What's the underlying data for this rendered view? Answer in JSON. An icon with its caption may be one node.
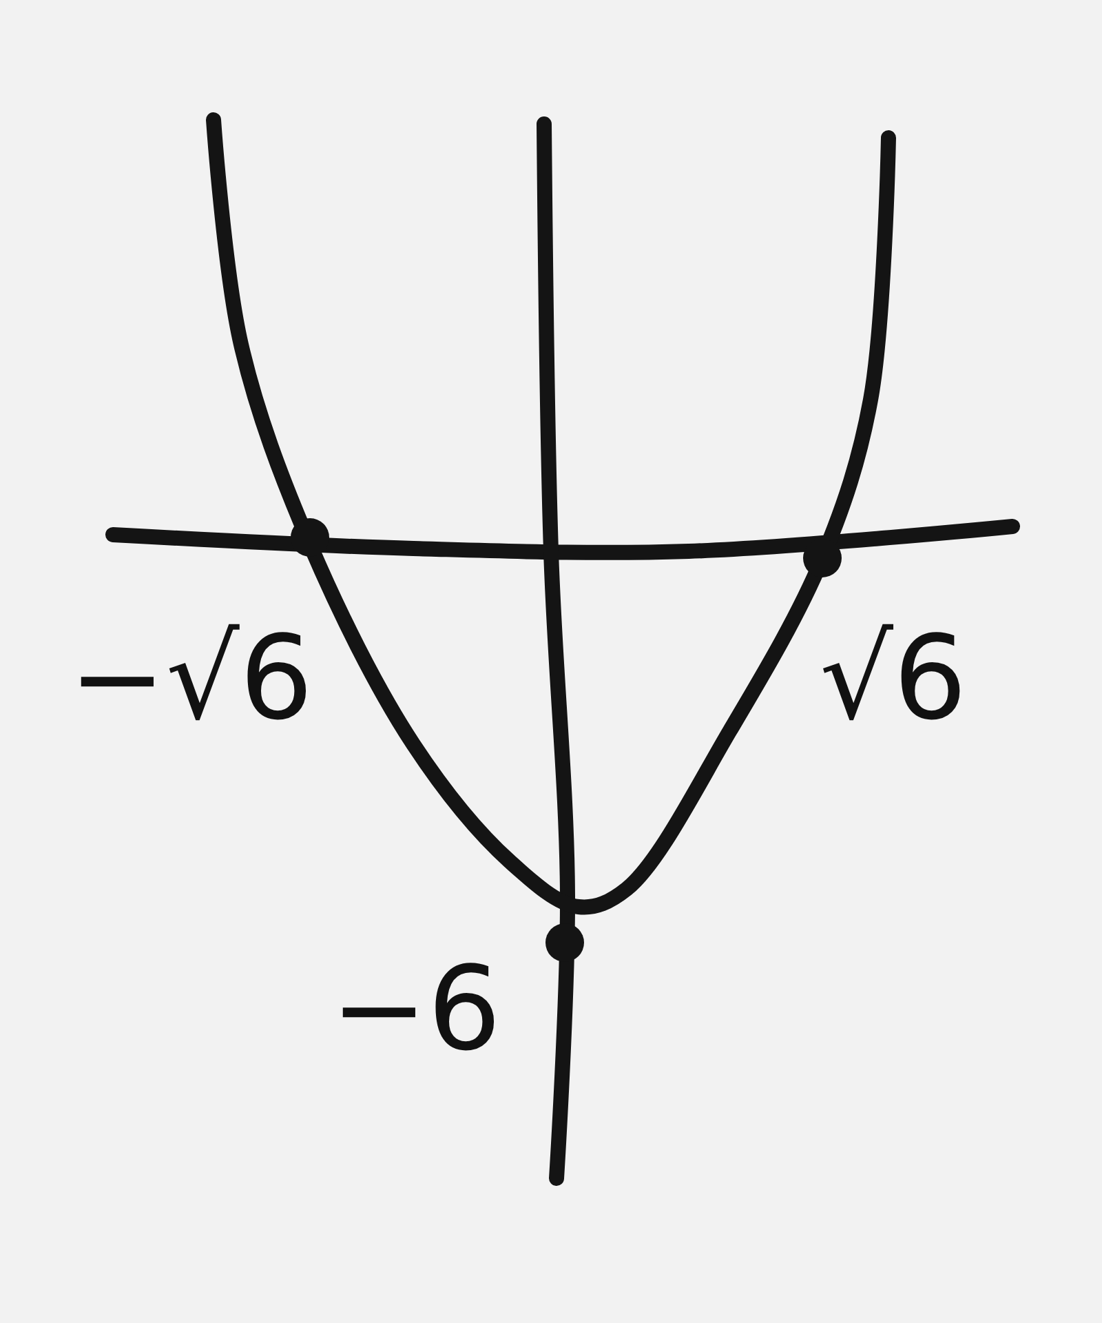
{
  "diagram": {
    "labels": [
      "−√6",
      "√6",
      "−6"
    ]
  }
}
